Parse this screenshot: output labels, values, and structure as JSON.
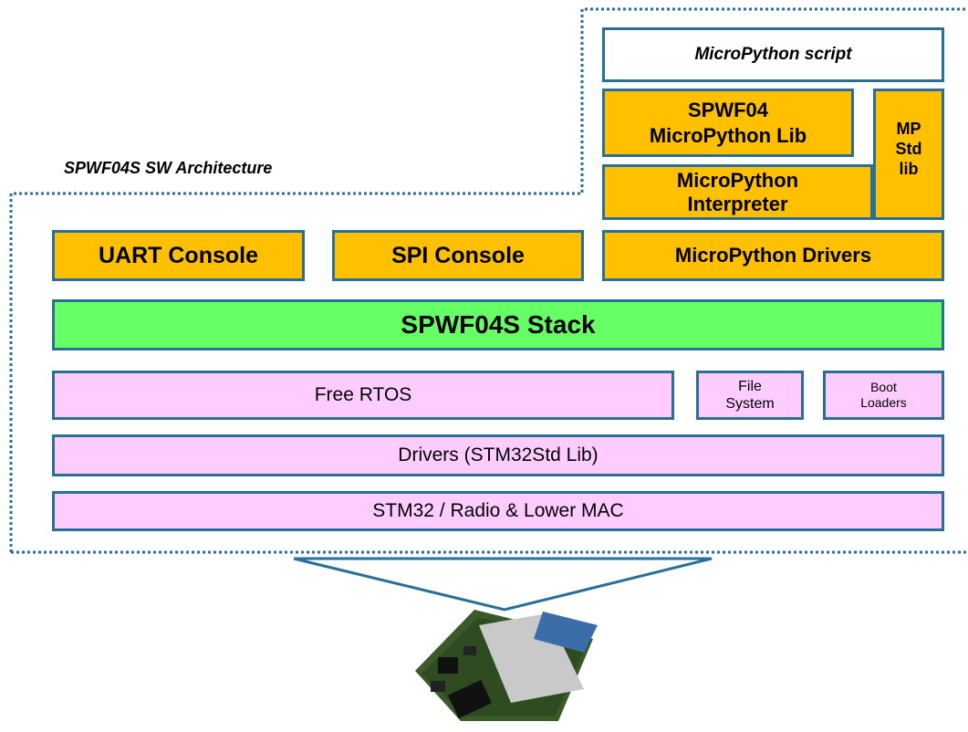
{
  "title": "SPWF04S SW Architecture",
  "blocks": {
    "mp_script": "MicroPython script",
    "spwf04_lib": [
      "SPWF04",
      "MicroPython Lib"
    ],
    "mp_std_lib": [
      "MP",
      "Std",
      "lib"
    ],
    "mp_interpreter": [
      "MicroPython",
      "Interpreter"
    ],
    "uart_console": "UART Console",
    "spi_console": "SPI Console",
    "mp_drivers": "MicroPython Drivers",
    "stack": "SPWF04S Stack",
    "free_rtos": "Free RTOS",
    "file_system": [
      "File",
      "System"
    ],
    "boot_loaders": [
      "Boot",
      "Loaders"
    ],
    "drivers": "Drivers (STM32Std  Lib)",
    "stm32": "STM32 / Radio & Lower MAC"
  },
  "colors": {
    "border": "#2a6f97",
    "orange": "#ffc000",
    "green": "#66ff66",
    "pink": "#ffccff"
  },
  "module_image": "wifi-module-board"
}
